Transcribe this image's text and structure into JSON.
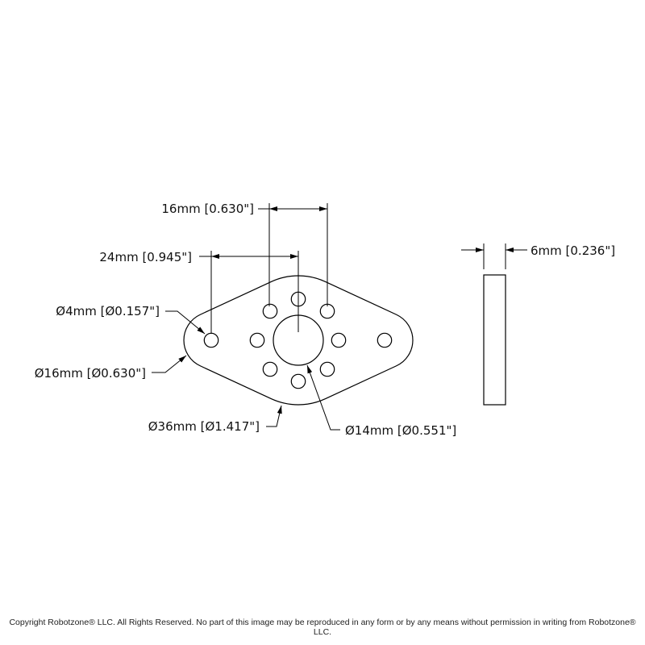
{
  "dimensions": {
    "bolt_spacing_small": "16mm [0.630\"]",
    "bolt_spacing_large": "24mm [0.945\"]",
    "small_hole_diameter": "Ø4mm [Ø0.157\"]",
    "lobe_diameter": "Ø16mm [Ø0.630\"]",
    "body_diameter": "Ø36mm [Ø1.417\"]",
    "center_hole_diameter": "Ø14mm [Ø0.551\"]",
    "thickness": "6mm [0.236\"]"
  },
  "footer": {
    "copyright": "Copyright Robotzone® LLC.  All Rights Reserved. No part of this image may be reproduced in any form or by any means without permission in writing from Robotzone® LLC."
  }
}
